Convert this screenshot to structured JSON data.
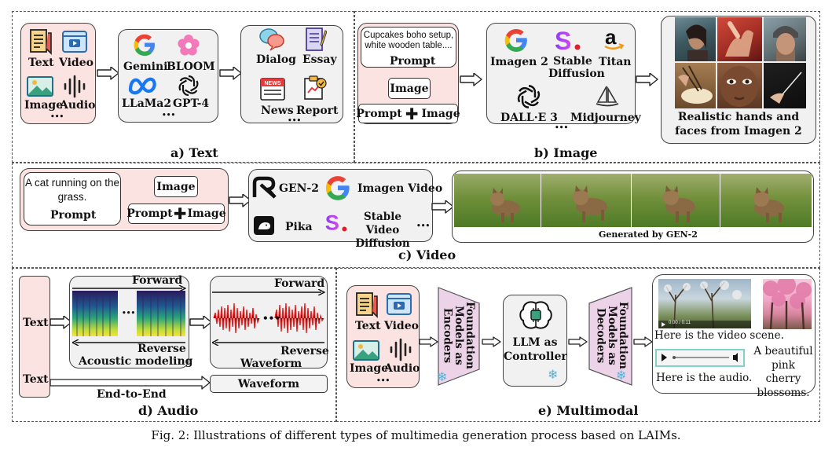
{
  "text_panel": {
    "inputs": {
      "text": "Text",
      "video": "Video",
      "image": "Image",
      "audio": "Audio",
      "more": "•••"
    },
    "models": {
      "gemini": "Gemini",
      "bloom": "BLOOM",
      "llama": "LLaMa2",
      "gpt4": "GPT-4",
      "more": "•••"
    },
    "outputs": {
      "dialog": "Dialog",
      "essay": "Essay",
      "news": "News",
      "report": "Report",
      "more": "•••"
    },
    "caption": "a) Text"
  },
  "image_panel": {
    "prompt_text": "Cupcakes boho setup, white wooden table....",
    "prompt_label": "Prompt",
    "image_label": "Image",
    "combo_prompt": "Prompt",
    "combo_image": "Image",
    "models": {
      "imagen": "Imagen 2",
      "stable": "Stable Diffusion",
      "titan": "Titan",
      "dalle": "DALL·E 3",
      "midjourney": "Midjourney",
      "more": "•••"
    },
    "result_caption": "Realistic hands and faces from Imagen 2",
    "caption": "b) Image"
  },
  "video_panel": {
    "prompt_text": "A cat running on the grass.",
    "prompt_label": "Prompt",
    "image_label": "Image",
    "combo_prompt": "Prompt",
    "combo_image": "Image",
    "models": {
      "gen2": "GEN-2",
      "imagen_video": "Imagen Video",
      "pika": "Pika",
      "svd": "Stable Video Diffusion",
      "more": "•••"
    },
    "result_caption": "Generated by GEN-2",
    "caption": "c) Video"
  },
  "audio_panel": {
    "text1": "Text",
    "text2": "Text",
    "forward1": "Forward",
    "reverse1": "Reverse",
    "acoustic": "Acoustic modeling",
    "forward2": "Forward",
    "reverse2": "Reverse",
    "waveform1": "Waveform",
    "e2e": "End-to-End",
    "waveform2": "Waveform",
    "more": "•••",
    "caption": "d) Audio"
  },
  "multimodal_panel": {
    "inputs": {
      "text": "Text",
      "video": "Video",
      "image": "Image",
      "audio": "Audio",
      "more": "•••"
    },
    "encoders": "Foundation Models as Encoders",
    "controller": "LLM as Controller",
    "decoders": "Foundation Models as Decoders",
    "video_scene": "Here is the video scene.",
    "audio_line": "Here is the audio.",
    "cherry": "A beautiful pink cherry blossoms.",
    "player_time": "0:00 / 0:11",
    "caption": "e) Multimodal"
  },
  "figure_caption": "Fig. 2: Illustrations of different types of multimedia generation process based on LAIMs.",
  "colors": {
    "pink_box": "#fbe3e1",
    "gray_box": "#f1f1f1",
    "wave_red": "#e41b1b",
    "teal": "#7fd3c6"
  }
}
